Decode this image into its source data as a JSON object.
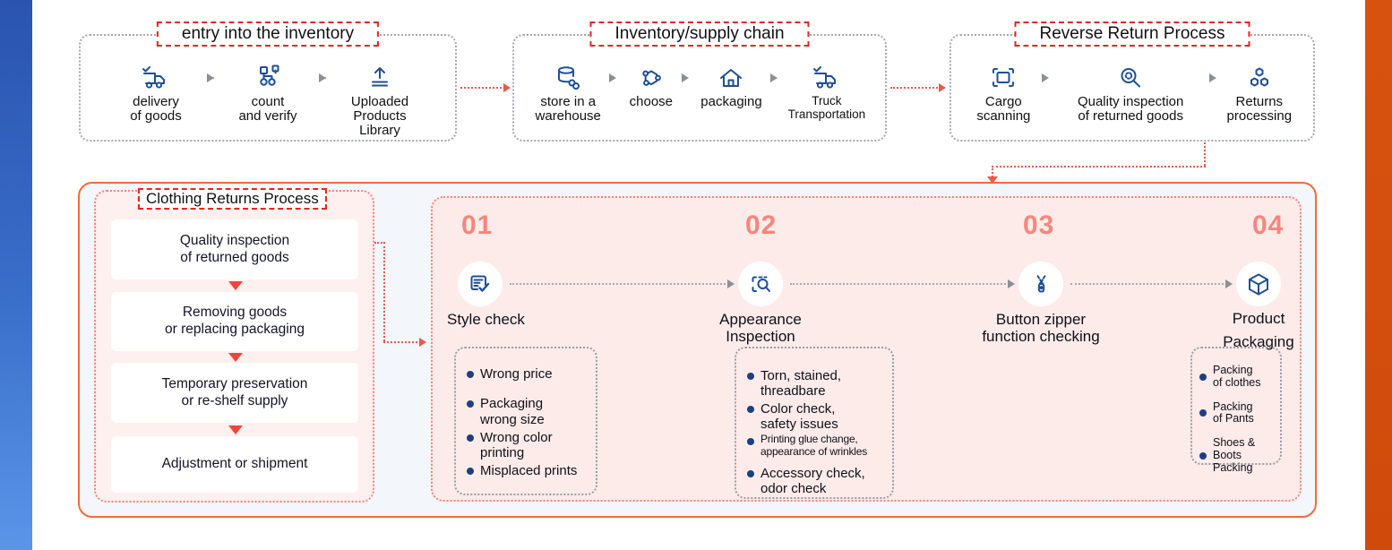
{
  "top_processes": [
    {
      "title": "entry into the inventory",
      "steps": [
        {
          "icon": "delivery-truck-icon",
          "label": "delivery\nof goods"
        },
        {
          "icon": "count-verify-icon",
          "label": "count\nand verify"
        },
        {
          "icon": "upload-library-icon",
          "label": "Uploaded\nProducts\nLibrary"
        }
      ]
    },
    {
      "title": "Inventory/supply chain",
      "steps": [
        {
          "icon": "warehouse-storage-icon",
          "label": "store in a\nwarehouse"
        },
        {
          "icon": "choose-icon",
          "label": "choose"
        },
        {
          "icon": "packaging-home-icon",
          "label": "packaging"
        },
        {
          "icon": "truck-transport-icon",
          "label": "Truck\nTransportation"
        }
      ]
    },
    {
      "title": "Reverse Return Process",
      "steps": [
        {
          "icon": "cargo-scan-icon",
          "label": "Cargo\nscanning"
        },
        {
          "icon": "quality-inspection-icon",
          "label": "Quality inspection\nof returned goods"
        },
        {
          "icon": "returns-processing-icon",
          "label": "Returns\nprocessing"
        }
      ]
    }
  ],
  "clothing_returns": {
    "title": "Clothing Returns Process",
    "steps": [
      "Quality inspection\nof returned goods",
      "Removing goods\nor replacing packaging",
      "Temporary preservation\nor re-shelf supply",
      "Adjustment or shipment"
    ]
  },
  "stages": [
    {
      "number": "01",
      "icon": "style-check-icon",
      "label": "Style check",
      "bullets": [
        "Wrong price",
        "Packaging\nwrong size",
        "Wrong color\nprinting",
        "Misplaced prints"
      ]
    },
    {
      "number": "02",
      "icon": "appearance-inspection-icon",
      "label": "Appearance\nInspection",
      "bullets": [
        "Torn, stained,\nthreadbare",
        "Color check,\nsafety issues",
        "Printing glue change,\nappearance of wrinkles",
        "Accessory check,\nodor check"
      ]
    },
    {
      "number": "03",
      "icon": "zipper-check-icon",
      "label": "Button zipper\nfunction checking",
      "bullets": []
    },
    {
      "number": "04",
      "icon": "product-packaging-icon",
      "label": "Product\nPackaging",
      "bullets": [
        "Packing\nof clothes",
        "Packing\nof Pants",
        "Shoes &\nBoots Packing"
      ]
    }
  ],
  "colors": {
    "icon_navy": "#1e4f96",
    "title_border_red": "#e8251f",
    "connector_salmon": "#f0564c",
    "outer_panel_border_orange": "#f4693c",
    "stage_number_pink": "#f5867d",
    "pink_panel_bg": "#fcebe9",
    "outer_panel_bg": "#f3f6fa",
    "bullet_dot_navy": "#1d3f7d",
    "left_bar_blue": "#3a6fca",
    "right_bar_orange": "#d24d0e"
  }
}
